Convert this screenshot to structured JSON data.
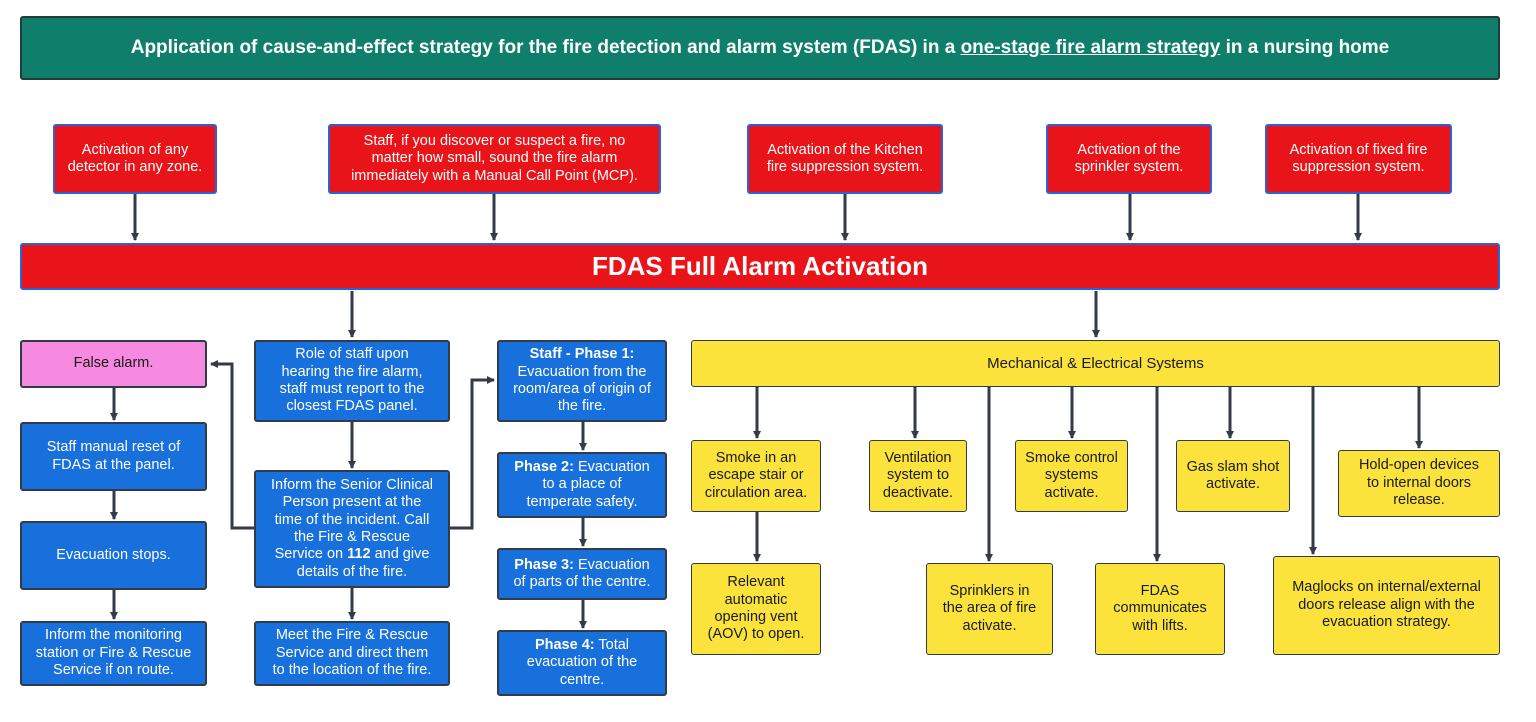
{
  "title": {
    "prefix": "Application of cause-and-effect strategy for the fire detection and alarm system (FDAS) in a ",
    "underlined": "one-stage fire alarm strategy",
    "suffix": " in a nursing home"
  },
  "triggers": [
    [
      "Activation of any",
      "detector in any zone."
    ],
    [
      "Staff, if you discover or suspect a fire, no",
      "matter how small, sound the fire alarm",
      "immediately with a Manual Call Point (MCP)."
    ],
    [
      "Activation of the Kitchen",
      "fire suppression system."
    ],
    [
      "Activation of the",
      "sprinkler system."
    ],
    [
      "Activation of fixed fire",
      "suppression system."
    ]
  ],
  "main_bar": "FDAS Full Alarm Activation",
  "false_alarm": {
    "label": "False alarm.",
    "steps": [
      [
        "Staff manual reset of",
        "FDAS at the panel."
      ],
      [
        "Evacuation stops."
      ],
      [
        "Inform the monitoring",
        "station or Fire & Rescue",
        "Service if on route."
      ]
    ]
  },
  "staff_role": {
    "lines": [
      "Role of staff upon",
      "hearing the fire alarm,",
      "staff must report to the",
      "closest FDAS panel."
    ],
    "inform": {
      "l1": "Inform the Senior Clinical",
      "l2": "Person present at the",
      "l3": "time of the incident. Call",
      "l4": "the Fire & Rescue",
      "l5_pre": "Service on ",
      "l5_bold": "112",
      "l5_post": " and give",
      "l6": "details of the fire."
    },
    "meet": [
      "Meet the Fire & Rescue",
      "Service and direct them",
      "to the location of the fire."
    ]
  },
  "phases": [
    {
      "bold": "Staff - Phase 1:",
      "lines": [
        "Evacuation from the",
        "room/area of origin of",
        "the fire."
      ]
    },
    {
      "bold": "Phase 2:",
      "first": " Evacuation",
      "lines": [
        "to a place of",
        "temperate safety."
      ]
    },
    {
      "bold": "Phase 3:",
      "first": " Evacuation",
      "lines": [
        "of parts of the centre."
      ]
    },
    {
      "bold": "Phase 4:",
      "first": " Total",
      "lines": [
        "evacuation of the",
        "centre."
      ]
    }
  ],
  "mech": {
    "label": "Mechanical & Electrical Systems",
    "top": [
      [
        "Smoke in an",
        "escape stair or",
        "circulation area."
      ],
      [
        "Ventilation",
        "system to",
        "deactivate."
      ],
      [
        "Smoke control",
        "systems",
        "activate."
      ],
      [
        "Gas slam shot",
        "activate."
      ],
      [
        "Hold-open devices",
        "to internal doors",
        "release."
      ]
    ],
    "bottom": [
      [
        "Relevant",
        "automatic",
        "opening vent",
        "(AOV) to open."
      ],
      [
        "Sprinklers in",
        "the area of fire",
        "activate."
      ],
      [
        "FDAS",
        "communicates",
        "with lifts."
      ],
      [
        "Maglocks on internal/external",
        "doors release align with the",
        "evacuation strategy."
      ]
    ]
  },
  "colors": {
    "title_bg": "#0f7f6c",
    "alarm_red": "#e8141a",
    "blue": "#1870dc",
    "pink": "#f68ae0",
    "yellow": "#fbe33c",
    "connector": "#323b48"
  }
}
